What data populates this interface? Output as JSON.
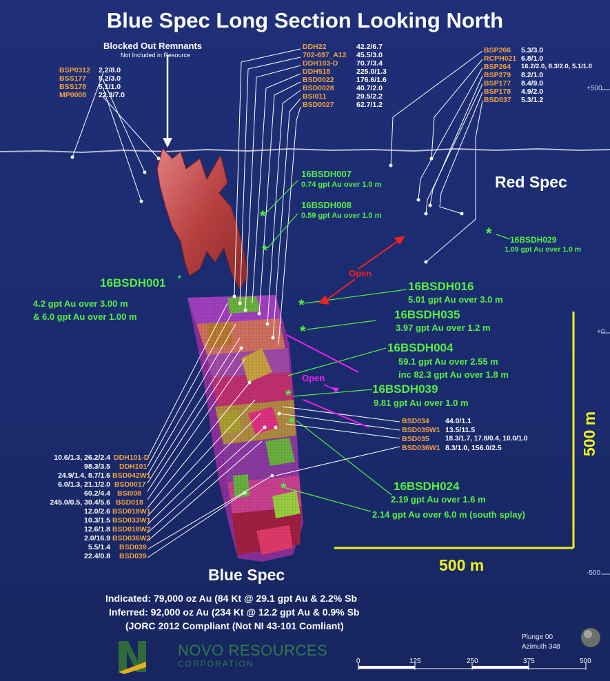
{
  "title": "Blue Spec Long Section Looking North",
  "blocked_out": {
    "title": "Blocked Out Remnants",
    "subtitle": "Not Included in Resource"
  },
  "holes_top_left": [
    {
      "id": "BSP0312",
      "val": "2.2/8.0"
    },
    {
      "id": "BSS177",
      "val": "5.2/3.0"
    },
    {
      "id": "BSS178",
      "val": "5.1/1.0"
    },
    {
      "id": "MP0008",
      "val": "22.3/7.0"
    }
  ],
  "holes_top_center": [
    {
      "id": "DDH22",
      "val": "42.2/6.7"
    },
    {
      "id": "702-697_A12",
      "val": "45.5/3.0"
    },
    {
      "id": "DDH103-D",
      "val": "70.7/3.4"
    },
    {
      "id": "DDH518",
      "val": "225.0/1.3"
    },
    {
      "id": "BSD0022",
      "val": "176.6/1.6"
    },
    {
      "id": "BSD0028",
      "val": "40.7/2.0"
    },
    {
      "id": "BSI011",
      "val": "29.5/2.2"
    },
    {
      "id": "BSD0027",
      "val": "62.7/1.2"
    }
  ],
  "holes_top_right": [
    {
      "id": "BSP266",
      "val": "5.3/3.0"
    },
    {
      "id": "RCPH021",
      "val": "6.8/1.0"
    },
    {
      "id": "BSP264",
      "val": "16.2/2.0, 8.3/2.0, 5.1/1.0"
    },
    {
      "id": "BSP279",
      "val": "8.2/1.0"
    },
    {
      "id": "BSP177",
      "val": "8.4/9.0"
    },
    {
      "id": "BSP178",
      "val": "4.9/2.0"
    },
    {
      "id": "BSD037",
      "val": "5.3/1.2"
    }
  ],
  "holes_bottom_left": [
    {
      "val": "10.6/1.3, 26.2/2.4",
      "id": "DDH101-D"
    },
    {
      "val": "98.3/3.5",
      "id": "DDH101"
    },
    {
      "val": "24.9/1.4, 8.7/1.6",
      "id": "BSD042W1"
    },
    {
      "val": "6.0/1.3, 21.1/2.0",
      "id": "BSD0017"
    },
    {
      "val": "60.2/4.4",
      "id": "BSI008"
    },
    {
      "val": "245.0/0.5, 30.4/5.6",
      "id": "BSD018"
    },
    {
      "val": "12.0/2.6",
      "id": "BSD018W1"
    },
    {
      "val": "10.3/1.5",
      "id": "BSD033W1"
    },
    {
      "val": "12.6/1.8",
      "id": "BSD018W2"
    },
    {
      "val": "2.0/16.9",
      "id": "BSD036W2"
    },
    {
      "val": "5.5/1.4",
      "id": "BSD039"
    },
    {
      "val": "22.4/0.8",
      "id": "BSD039"
    }
  ],
  "holes_mid_right": [
    {
      "id": "BSD034",
      "val": "44.0/1.1"
    },
    {
      "id": "BSD035W1",
      "val": "13.5/11.5"
    },
    {
      "id": "BSD035",
      "val": "18.3/1.7, 17.8/0.4, 10.0/1.0"
    },
    {
      "id": "BSD036W1",
      "val": "8.3/1.0, 156.0/2.5"
    }
  ],
  "intercepts": {
    "h007": {
      "id": "16BSDH007",
      "line1": "0.74 gpt Au over 1.0 m"
    },
    "h008": {
      "id": "16BSDH008",
      "line1": "0.59 gpt Au over 1.0 m"
    },
    "h029": {
      "id": "16BSDH029",
      "line1": "1.09 gpt Au over 1.0 m"
    },
    "h001": {
      "id": "16BSDH001",
      "line1": "4.2 gpt Au over 3.00 m",
      "line2": "& 6.0 gpt Au over 1.00 m"
    },
    "h016": {
      "id": "16BSDH016",
      "line1": "5.01 gpt Au over 3.0 m"
    },
    "h035": {
      "id": "16BSDH035",
      "line1": "3.97 gpt Au over 1.2 m"
    },
    "h004": {
      "id": "16BSDH004",
      "line1": "59.1 gpt Au over 2.55 m",
      "line2": "inc 82.3 gpt Au over 1.8 m"
    },
    "h039": {
      "id": "16BSDH039",
      "line1": "9.81 gpt Au over 1.0 m"
    },
    "h024": {
      "id": "16BSDH024",
      "line1": "2.19 gpt Au over 1.6 m",
      "line2": "2.14 gpt Au over 6.0 m (south splay)"
    }
  },
  "labels": {
    "red_spec": "Red Spec",
    "blue_spec": "Blue Spec",
    "open1": "Open",
    "open2": "Open",
    "scale_v": "500 m",
    "scale_h": "500 m"
  },
  "elevation_ticks": [
    "+500",
    "+0",
    "-500"
  ],
  "resource": {
    "indicated": "Indicated: 79,000 oz Au (84 Kt @ 29.1 gpt Au & 2.2% Sb",
    "inferred": "Inferred: 92,000 oz Au (234 Kt @ 12.2 gpt Au & 0.9% Sb",
    "jorc": "(JORC 2012 Compliant (Not NI 43-101 Comliant)"
  },
  "logo": {
    "name": "NOVO RESOURCES",
    "sub": "CORPORATION"
  },
  "view": {
    "plunge": "Plunge 00",
    "azimuth": "Azimuth 348"
  },
  "scale_bar": [
    "0",
    "125",
    "250",
    "375",
    "500"
  ],
  "colors": {
    "orange": "#f0a040",
    "green": "#55ee44",
    "yellow": "#f0f020",
    "magenta": "#ee22ee",
    "red_arrow": "#ee2222",
    "orebody_red": "#b83a3a"
  }
}
